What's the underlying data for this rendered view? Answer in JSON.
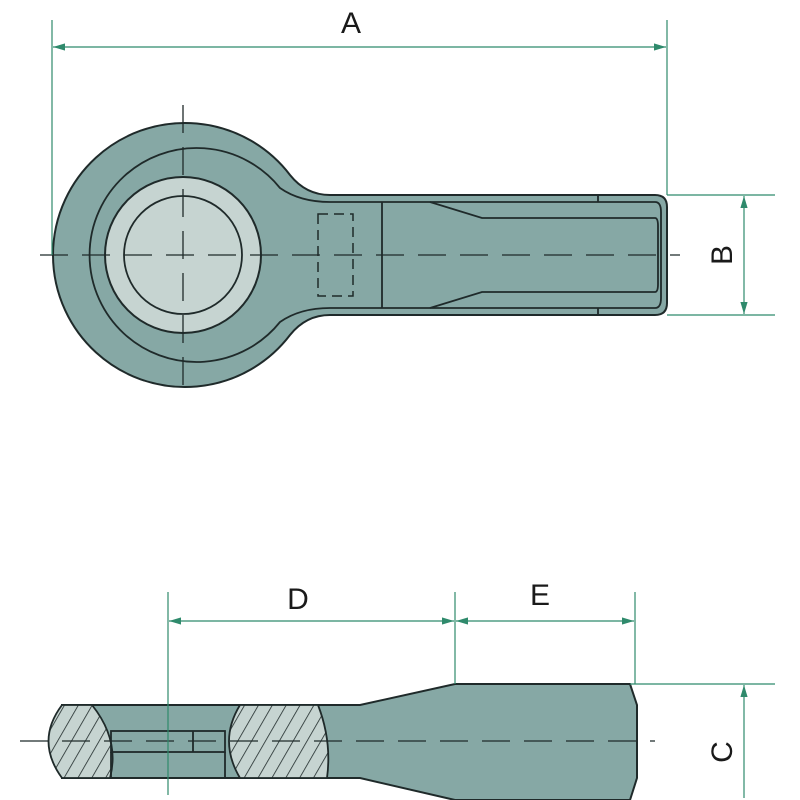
{
  "dimensions": {
    "A": "A",
    "B": "B",
    "C": "C",
    "D": "D",
    "E": "E"
  },
  "colors": {
    "body": "#86a8a5",
    "bearing": "#c6d4d1",
    "dimension_lines": "#2f8a6c"
  }
}
